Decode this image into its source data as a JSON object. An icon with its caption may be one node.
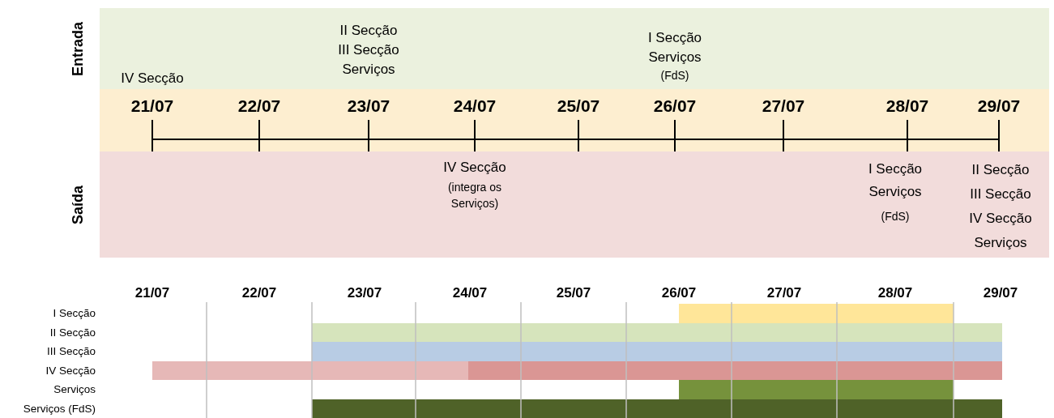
{
  "diagram": {
    "nodes": [
      {
        "text": [
          "Entrada",
          "IV Secção",
          "II Secção III Secção Serviços",
          "I Secção Serviços",
          "(FdS)"
        ]
      },
      {
        "text": [
          "21/07",
          "22/07",
          "23/07",
          "24/07",
          "25/07",
          "26/07",
          "27/07",
          "28/07",
          "29/07"
        ]
      },
      {
        "text": [
          "Saída",
          "IV Secção",
          "(integra os Serviços)",
          "I Secção Serviços",
          "(FdS)",
          "II Secção III Secção IV Secção Serviços"
        ]
      },
      {
        "text": [],
        "shape": "bar"
      },
      {
        "text": [],
        "shape": "bar"
      },
      {
        "text": [],
        "shape": "bar"
      },
      {
        "text": [],
        "shape": "bar"
      },
      {
        "text": [],
        "shape": "bar"
      },
      {
        "text": [],
        "shape": "bar"
      },
      {
        "text": [],
        "shape": "bar"
      }
    ],
    "labels": [
      "21/07",
      "22/07",
      "23/07",
      "24/07",
      "25/07",
      "26/07",
      "27/07",
      "28/07",
      "29/07",
      "I Secção",
      "II Secção",
      "III Secção",
      "IV Secção",
      "Serviços",
      "Serviços (FdS)"
    ]
  }
}
